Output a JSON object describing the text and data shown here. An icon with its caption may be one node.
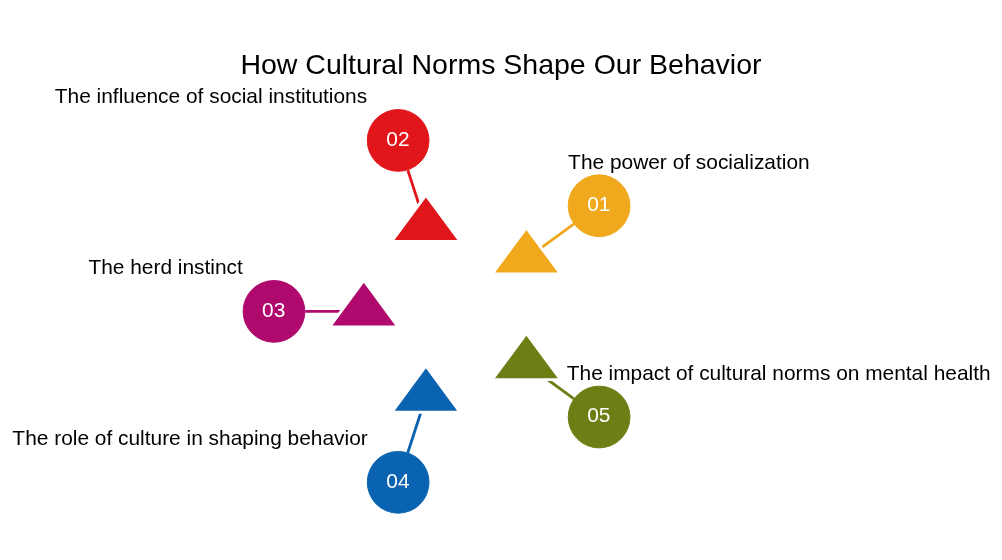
{
  "diagram": {
    "title": "How Cultural Norms Shape Our Behavior",
    "nodes": [
      {
        "text": [
          "01"
        ],
        "beside": [
          "The power of socialization"
        ]
      },
      {
        "text": [
          "02"
        ],
        "beside": [
          "The influence of social institutions"
        ]
      },
      {
        "text": [
          "03"
        ],
        "beside": [
          "The herd instinct"
        ]
      },
      {
        "text": [
          "04"
        ],
        "beside": [
          "The role of culture in shaping behavior"
        ]
      },
      {
        "text": [
          "05"
        ],
        "beside": [
          "The impact of cultural norms on mental health"
        ]
      },
      {
        "text": [],
        "shape": "wedge"
      },
      {
        "text": [],
        "shape": "wedge"
      },
      {
        "text": [],
        "shape": "wedge"
      },
      {
        "text": [],
        "shape": "wedge"
      },
      {
        "text": [],
        "shape": "wedge"
      }
    ],
    "edges": [
      {
        "from": 5,
        "to": 0,
        "arrow": "none",
        "color": "#f0a81c"
      },
      {
        "from": 6,
        "to": 1,
        "arrow": "none",
        "color": "#e0161b"
      },
      {
        "from": 7,
        "to": 2,
        "arrow": "none",
        "color": "#b0096e"
      },
      {
        "from": 8,
        "to": 3,
        "arrow": "none",
        "color": "#0a63b0"
      },
      {
        "from": 9,
        "to": 4,
        "arrow": "none",
        "color": "#6e7d14"
      }
    ]
  }
}
